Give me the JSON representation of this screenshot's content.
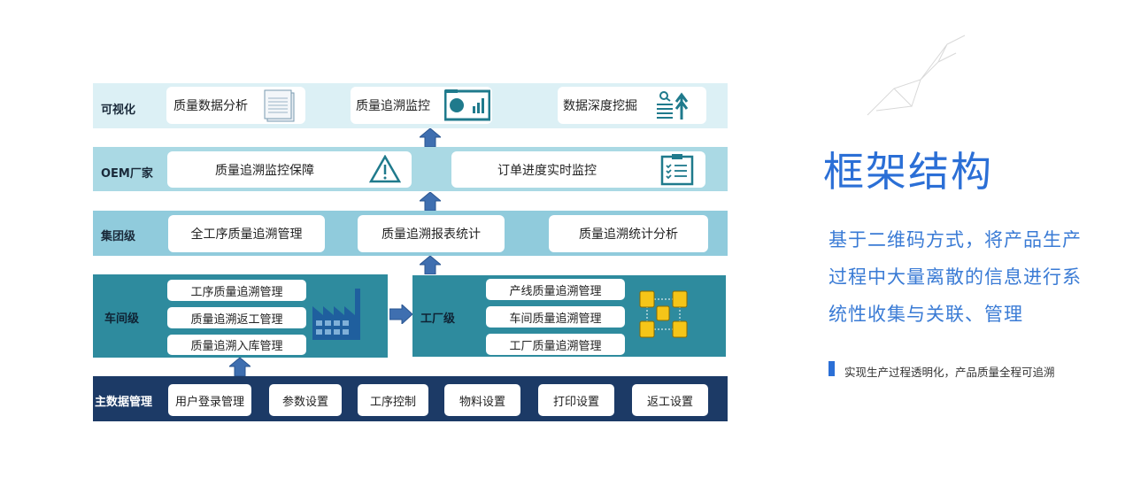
{
  "layers": {
    "visualization": {
      "label": "可视化",
      "items": [
        "质量数据分析",
        "质量追溯监控",
        "数据深度挖掘"
      ]
    },
    "oem": {
      "label": "OEM厂家",
      "items": [
        "质量追溯监控保障",
        "订单进度实时监控"
      ]
    },
    "group": {
      "label": "集团级",
      "items": [
        "全工序质量追溯管理",
        "质量追溯报表统计",
        "质量追溯统计分析"
      ]
    },
    "workshop": {
      "label": "车间级",
      "items": [
        "工序质量追溯管理",
        "质量追溯返工管理",
        "质量追溯入库管理"
      ]
    },
    "factory": {
      "label": "工厂级",
      "items": [
        "产线质量追溯管理",
        "车间质量追溯管理",
        "工厂质量追溯管理"
      ]
    },
    "master": {
      "label": "主数据管理",
      "items": [
        "用户登录管理",
        "参数设置",
        "工序控制",
        "物料设置",
        "打印设置",
        "返工设置"
      ]
    }
  },
  "side": {
    "title": "框架结构",
    "lines": [
      "基于二维码方式，将产品生产",
      "过程中大量离散的信息进行系",
      "统性收集与关联、管理"
    ],
    "note": "实现生产过程透明化，产品质量全程可追溯"
  },
  "colors": {
    "accent": "#2b6fd6",
    "teal": "#2e8b9e",
    "navy": "#1c3a66",
    "arrow": "#3f6fb0"
  }
}
